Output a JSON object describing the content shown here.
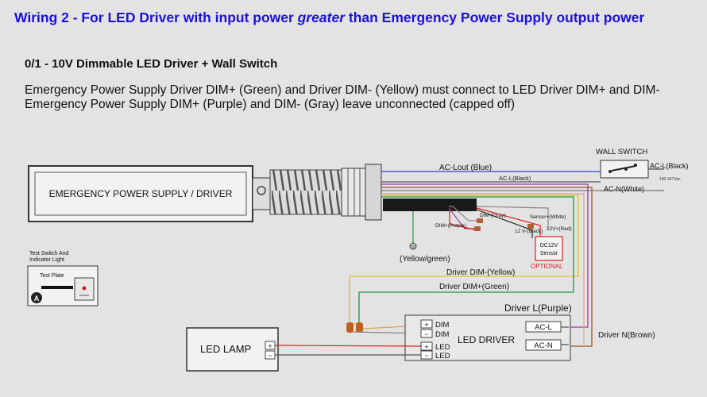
{
  "header": {
    "title_prefix": "Wiring 2 - For LED Driver with input power ",
    "title_emphasis": "greater",
    "title_suffix": " than Emergency Power Supply output power",
    "subtitle": "0/1 - 10V Dimmable LED Driver + Wall Switch",
    "desc_line1": "Emergency Power Supply Driver DIM+ (Green) and Driver DIM- (Yellow) must connect to LED Driver DIM+ and DIM-",
    "desc_line2": "Emergency Power Supply DIM+ (Purple) and DIM- (Gray) leave unconnected (capped off)"
  },
  "emergency_unit": {
    "label": "EMERGENCY POWER SUPPLY / DRIVER"
  },
  "wall_switch": {
    "title": "WALL SWITCH",
    "acl_label": "AC-L(Black)",
    "voltage": "100-347Vac"
  },
  "wires": {
    "ac_lout": "AC-Lout (Blue)",
    "ac_l_black": "AC-L(Black)",
    "ac_n_white": "AC-N(White)",
    "dim_gray": "DIM-(Gray)",
    "dim_purple": "DIM+(Purple)",
    "sensor_white": "Sensor+(White)",
    "v12_red": "12V+(Red)",
    "v12_black": "12 V-(Black)",
    "ground": "(Yellow/green)",
    "driver_dim_minus": "Driver DIM-(Yellow)",
    "driver_dim_plus": "Driver DIM+(Green)",
    "driver_l": "Driver L(Purple)",
    "driver_n": "Driver N(Brown)"
  },
  "sensor": {
    "line1": "DC12V",
    "line2": "Sensor",
    "optional": "OPTIONAL"
  },
  "test_switch": {
    "title_line1": "Test Switch And",
    "title_line2": "Indicator Light",
    "plate": "Test Plate",
    "badge": "A"
  },
  "led_driver": {
    "label": "LED DRIVER",
    "dim_plus": "DIM",
    "dim_minus": "DIM",
    "led_plus": "LED",
    "led_minus": "LED",
    "acl": "AC-L",
    "acn": "AC-N",
    "plus": "+",
    "minus": "−"
  },
  "lamp": {
    "label": "LED  LAMP",
    "plus": "+",
    "minus": "−"
  },
  "colors": {
    "blue": "#3a3ad8",
    "purple": "#9a3a9a",
    "red": "#e02020",
    "brown": "#a0522d",
    "yellow": "#e0c020",
    "green": "#1a9a3a",
    "title": "#1b10e0"
  }
}
